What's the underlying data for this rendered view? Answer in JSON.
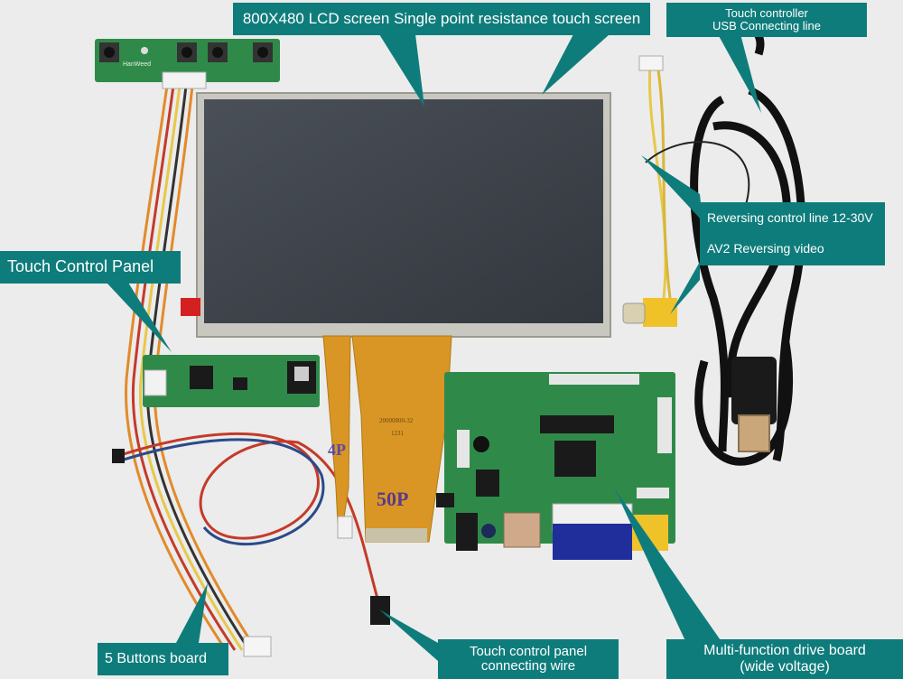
{
  "callouts": {
    "lcd_screen": "800X480 LCD screen Single point resistance touch screen",
    "usb_line_1": "Touch controller",
    "usb_line_2": "USB Connecting line",
    "reversing_control": "Reversing control line 12-30V",
    "av2_video": "AV2 Reversing video",
    "touch_panel": "Touch Control Panel",
    "buttons_board": "5 Buttons board",
    "wire_line_1": "Touch control panel",
    "wire_line_2": "connecting wire",
    "drive_line_1": "Multi-function drive board",
    "drive_line_2": "(wide voltage)"
  },
  "pcb_markings": {
    "connector_4p": "4P",
    "connector_50p": "50P",
    "fpc_code": "20000800-32",
    "fpc_code2": "1231",
    "button_board_brand": "HanWeed"
  },
  "colors": {
    "callout_bg": "#0f7c7c",
    "callout_text": "#ffffff",
    "pcb_green": "#2f8a4a",
    "fpc_orange": "#d99624"
  }
}
